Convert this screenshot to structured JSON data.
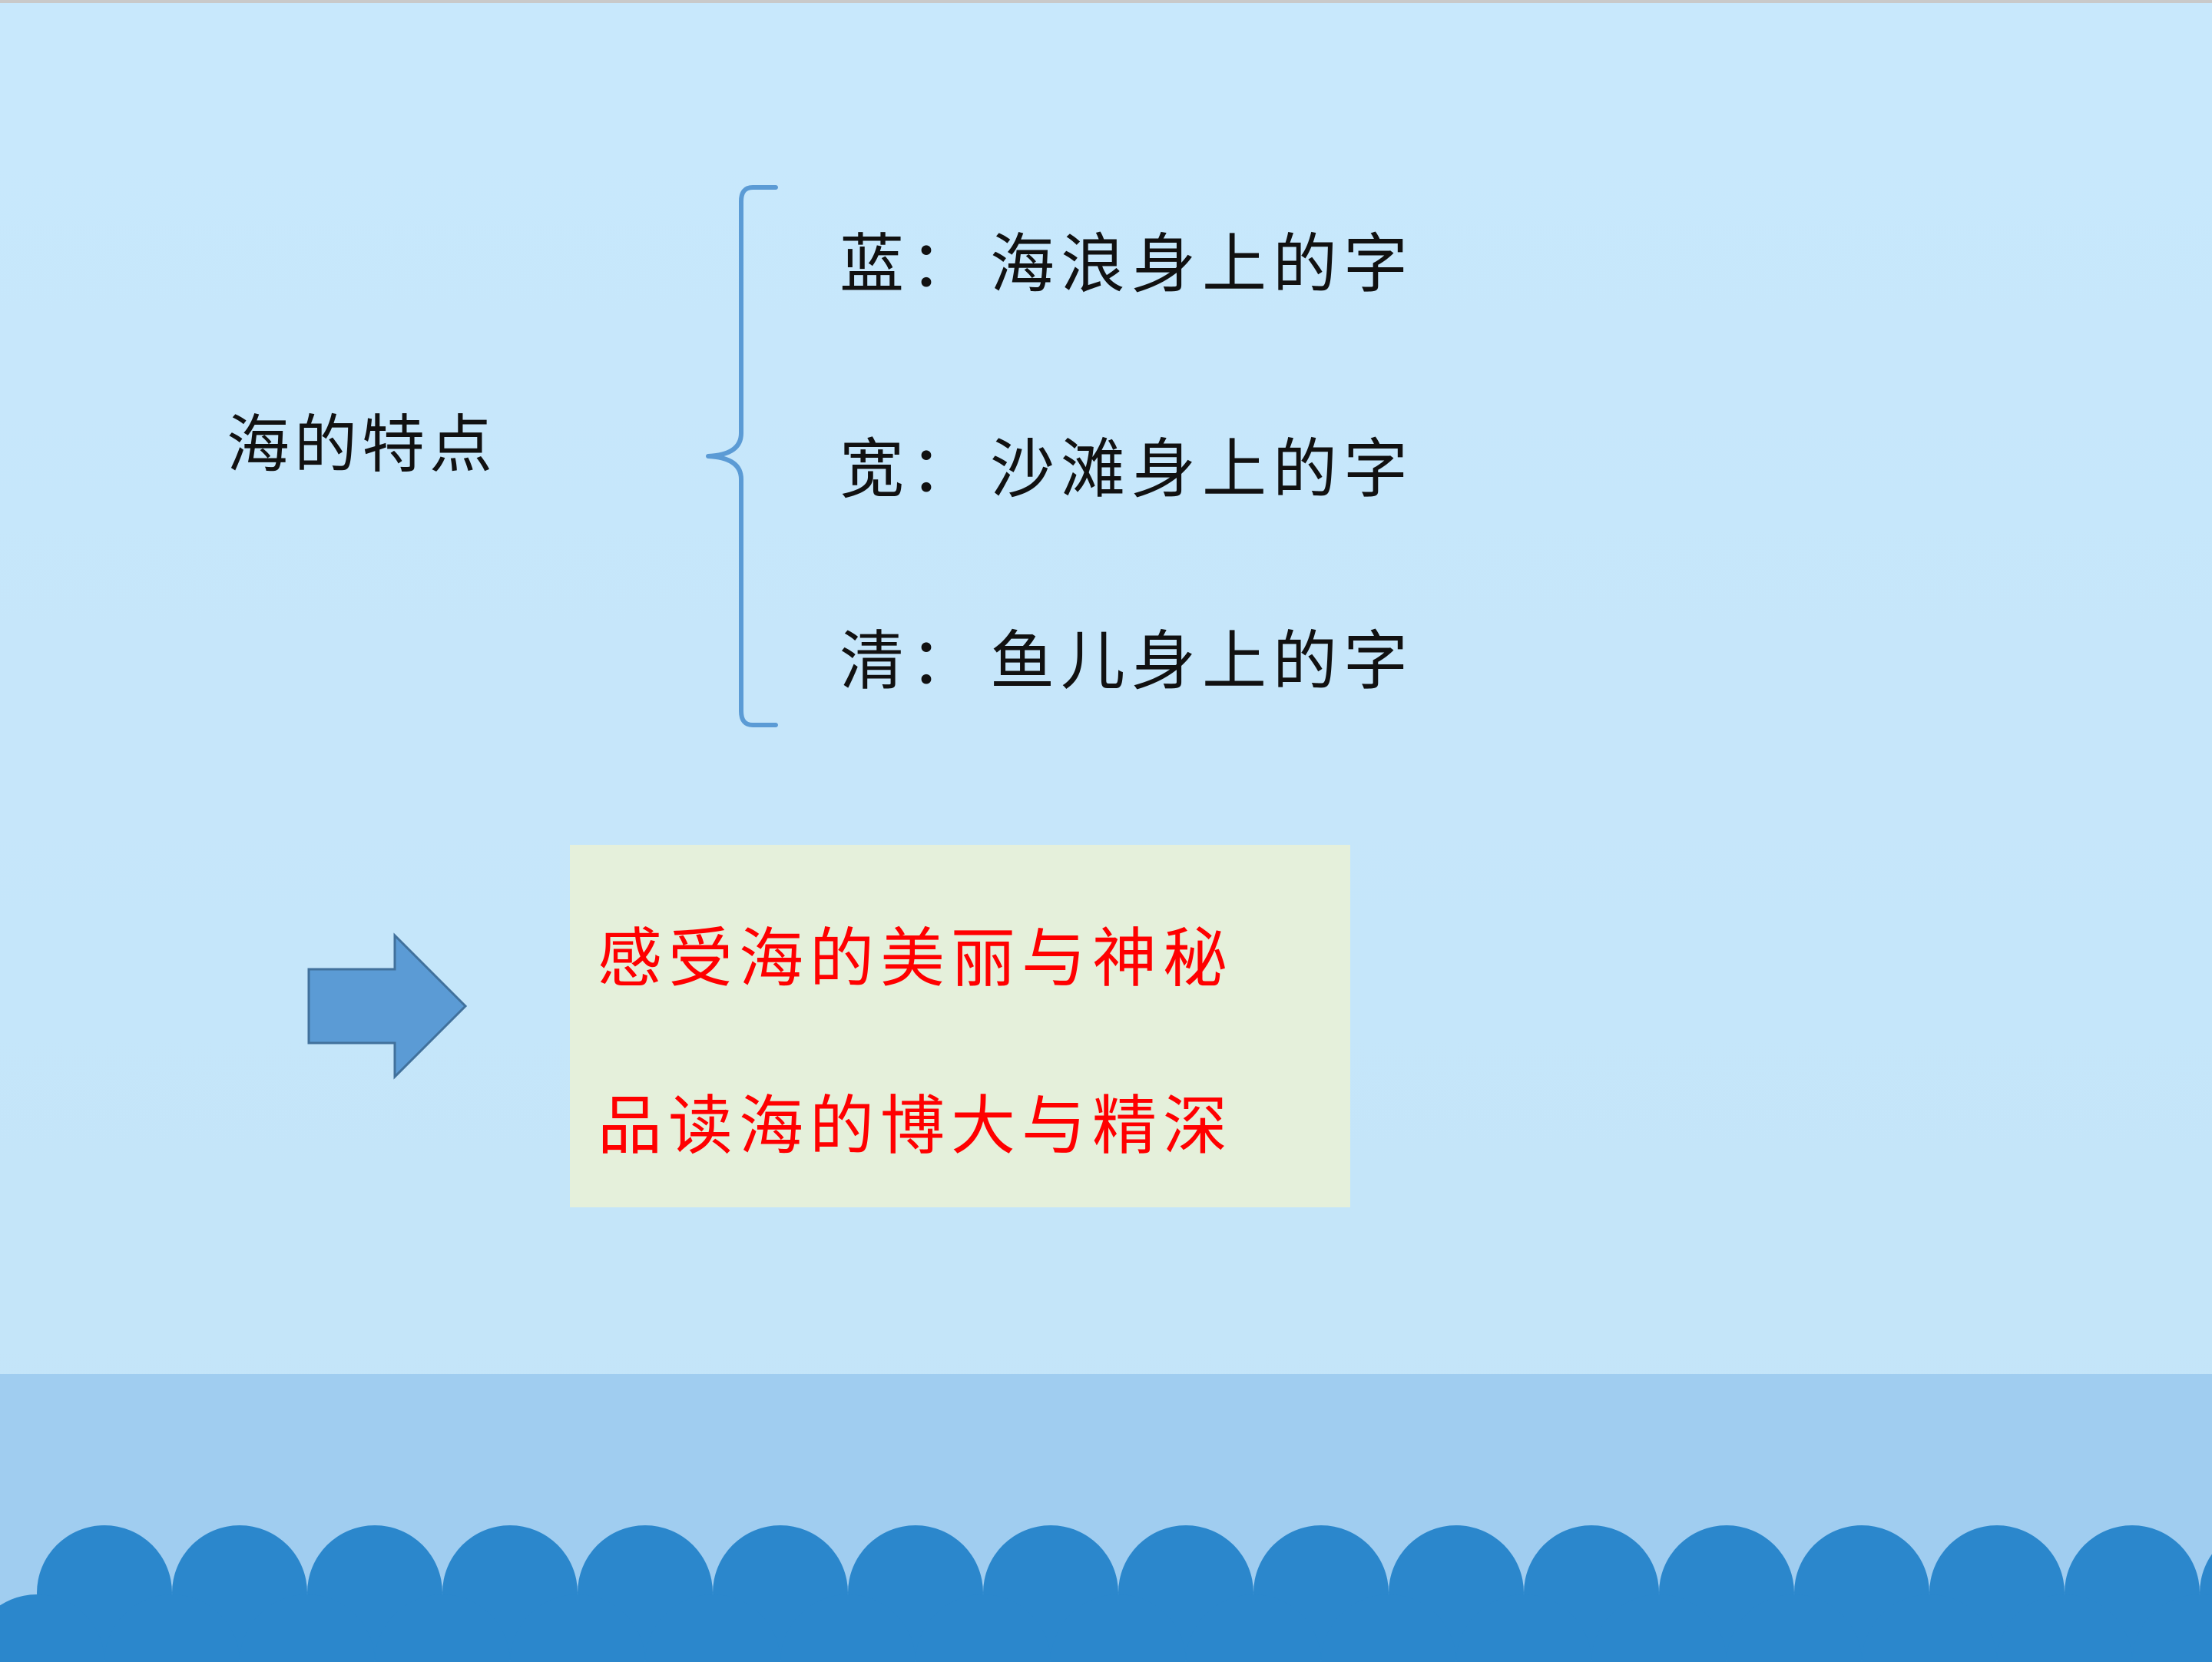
{
  "slide": {
    "topic": "海的特点",
    "features": [
      {
        "key": "蓝：",
        "text": "海浪身上的字"
      },
      {
        "key": "宽：",
        "text": "沙滩身上的字"
      },
      {
        "key": "清：",
        "text": "鱼儿身上的字"
      }
    ],
    "summary": [
      "感受海的美丽与神秘",
      "品读海的博大与精深"
    ]
  },
  "colors": {
    "background": "#c6e7fb",
    "brace": "#5b9bd5",
    "arrow_fill": "#5b9bd5",
    "arrow_stroke": "#41719c",
    "summary_box": "#e5f0db",
    "summary_text": "#ff0000",
    "sea_band": "#a0cdf0",
    "waves": "#2b87cc"
  },
  "icons": {
    "arrow": "right-arrow-icon",
    "brace": "left-curly-brace-icon",
    "waves": "wave-scallops-decoration"
  }
}
